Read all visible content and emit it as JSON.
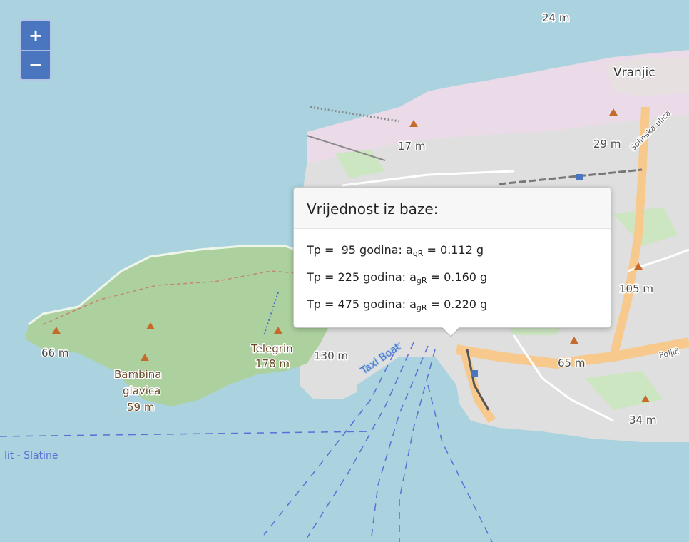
{
  "map": {
    "labels": {
      "elev_24": "24 m",
      "vranjic": "Vranjic",
      "elev_17": "17 m",
      "elev_29": "29 m",
      "solinska": "Solinska ulica",
      "elev_105": "105 m",
      "elev_66": "66 m",
      "telegrin": "Telegrin",
      "elev_178": "178 m",
      "elev_130": "130 m",
      "bambina": "Bambina",
      "glavica": "glavica",
      "elev_59": "59 m",
      "elev_65": "65 m",
      "poljicka": "Poljič",
      "elev_34": "34 m",
      "taxi_boat": "Taxi Boat",
      "ferry": "lit - Slatine"
    },
    "colors": {
      "water": "#aad3df",
      "park": "#add19e",
      "urban": "#e0dfdf",
      "industrial": "#ebdbe8",
      "road": "#f7c98d",
      "ferry": "#5b6fd6",
      "peak": "#c56a2b"
    }
  },
  "zoom": {
    "in_label": "+",
    "out_label": "−"
  },
  "popup": {
    "title": "Vrijednost iz baze:",
    "rows": [
      {
        "prefix": "Tp =  95 godina: a",
        "sub": "gR",
        "suffix": " = 0.112 g"
      },
      {
        "prefix": "Tp = 225 godina: a",
        "sub": "gR",
        "suffix": " = 0.160 g"
      },
      {
        "prefix": "Tp = 475 godina: a",
        "sub": "gR",
        "suffix": " = 0.220 g"
      }
    ]
  }
}
